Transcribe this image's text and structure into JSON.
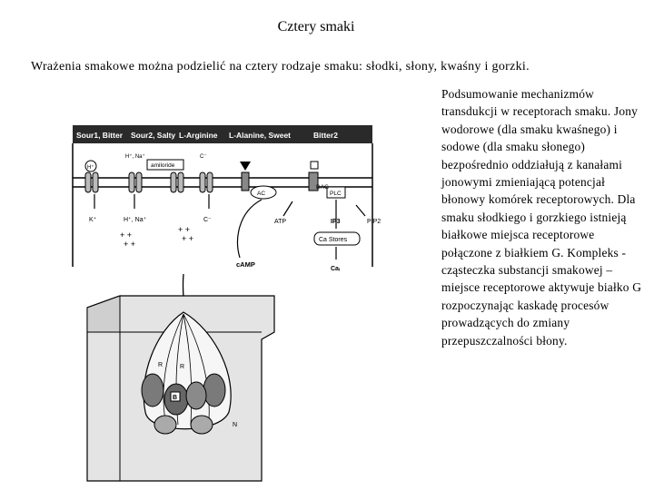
{
  "page": {
    "title": "Cztery smaki",
    "intro": "Wrażenia smakowe można podzielić na cztery rodzaje smaku: słodki, słony, kwaśny i gorzki.",
    "summary": "Podsumowanie mechanizmów transdukcji w receptorach smaku. Jony wodorowe (dla smaku kwaśnego) i sodowe (dla smaku słonego) bezpośrednio oddziałują z kanałami jonowymi zmieniającą potencjał błonowy komórek receptorowych. Dla smaku słodkiego i gorzkiego istnieją białkowe miejsca receptorowe połączone z białkiem G. Kompleks - cząsteczka substancji smakowej –miejsce receptorowe aktywuje białko G rozpoczynając kaskadę procesów prowadzących do zmiany przepuszczalności błony."
  },
  "figure": {
    "headers": [
      "Sour1, Bitter",
      "Sour2, Salty",
      "L-Arginine",
      "L-Alanine, Sweet",
      "Bitter2"
    ],
    "labels": {
      "amiloride": "amiloride",
      "h_ion": "H⁺",
      "h_na_top": "H⁺, Na⁺",
      "cl_top": "C⁻",
      "k_ion": "K⁺",
      "h_na_bottom": "H⁺, Na⁺",
      "cl_bottom": "C⁻",
      "ac": "AC",
      "dag": "DAG",
      "plc": "PLC",
      "atp": "ATP",
      "ip3": "IP3",
      "pip2": "PIP2",
      "ca_stores": "Ca Stores",
      "cai": "Caᵢ",
      "camp": "cAMP",
      "r1": "R",
      "r2": "R",
      "b": "B",
      "n": "N"
    }
  }
}
